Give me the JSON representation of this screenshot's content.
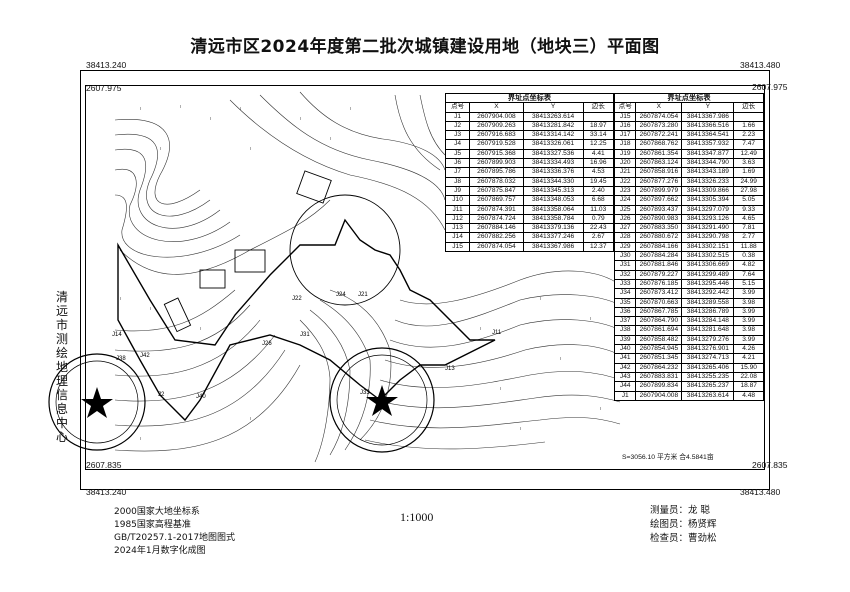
{
  "title": "清远市区2024年度第二批次城镇建设用地（地块三）平面图",
  "corners": {
    "top_left_x": "38413.240",
    "top_right_x": "38413.480",
    "top_left_y": "2607.975",
    "top_right_y": "2607.975",
    "bottom_left_y": "2607.835",
    "bottom_right_y": "2607.835",
    "bottom_left_x": "38413.240",
    "bottom_right_x": "38413.480"
  },
  "table_left": {
    "caption": "界址点坐标表",
    "headers": [
      "点号",
      "X",
      "Y",
      "边长"
    ],
    "rows": [
      [
        "J1",
        "2607904.008",
        "38413263.614",
        ""
      ],
      [
        "J2",
        "2607909.263",
        "38413281.842",
        "18.97"
      ],
      [
        "J3",
        "2607916.683",
        "38413314.142",
        "33.14"
      ],
      [
        "J4",
        "2607919.528",
        "38413326.061",
        "12.25"
      ],
      [
        "J5",
        "2607915.368",
        "38413327.536",
        "4.41"
      ],
      [
        "J6",
        "2607899.903",
        "38413334.493",
        "16.96"
      ],
      [
        "J7",
        "2607895.786",
        "38413336.376",
        "4.53"
      ],
      [
        "J8",
        "2607878.032",
        "38413344.330",
        "19.45"
      ],
      [
        "J9",
        "2607875.847",
        "38413345.313",
        "2.40"
      ],
      [
        "J10",
        "2607869.757",
        "38413348.053",
        "6.68"
      ],
      [
        "J11",
        "2607874.391",
        "38413358.064",
        "11.03"
      ],
      [
        "J12",
        "2607874.724",
        "38413358.784",
        "0.79"
      ],
      [
        "J13",
        "2607884.146",
        "38413379.136",
        "22.43"
      ],
      [
        "J14",
        "2607882.256",
        "38413377.246",
        "2.67"
      ],
      [
        "J15",
        "2607874.054",
        "38413367.986",
        "12.37"
      ]
    ]
  },
  "table_right": {
    "caption": "界址点坐标表",
    "headers": [
      "点号",
      "X",
      "Y",
      "边长"
    ],
    "rows": [
      [
        "J15",
        "2607874.054",
        "38413367.986",
        ""
      ],
      [
        "J16",
        "2607873.280",
        "38413366.516",
        "1.66"
      ],
      [
        "J17",
        "2607872.241",
        "38413364.541",
        "2.23"
      ],
      [
        "J18",
        "2607868.762",
        "38413357.932",
        "7.47"
      ],
      [
        "J19",
        "2607861.354",
        "38413347.877",
        "12.49"
      ],
      [
        "J20",
        "2607863.124",
        "38413344.790",
        "3.63"
      ],
      [
        "J21",
        "2607858.916",
        "38413343.189",
        "1.69"
      ],
      [
        "J22",
        "2607877.276",
        "38413326.233",
        "24.99"
      ],
      [
        "J23",
        "2607899.979",
        "38413309.866",
        "27.98"
      ],
      [
        "J24",
        "2607897.662",
        "38413305.394",
        "5.05"
      ],
      [
        "J25",
        "2607893.437",
        "38413297.079",
        "9.33"
      ],
      [
        "J26",
        "2607890.983",
        "38413293.126",
        "4.65"
      ],
      [
        "J27",
        "2607883.350",
        "38413291.490",
        "7.81"
      ],
      [
        "J28",
        "2607880.672",
        "38413290.798",
        "2.77"
      ],
      [
        "J29",
        "2607884.166",
        "38413302.151",
        "11.88"
      ],
      [
        "J30",
        "2607884.284",
        "38413302.515",
        "0.38"
      ],
      [
        "J31",
        "2607881.846",
        "38413306.669",
        "4.82"
      ],
      [
        "J32",
        "2607879.227",
        "38413299.489",
        "7.64"
      ],
      [
        "J33",
        "2607876.185",
        "38413295.446",
        "5.15"
      ],
      [
        "J34",
        "2607873.412",
        "38413292.442",
        "3.99"
      ],
      [
        "J35",
        "2607870.663",
        "38413289.558",
        "3.98"
      ],
      [
        "J36",
        "2607867.785",
        "38413286.789",
        "3.99"
      ],
      [
        "J37",
        "2607864.790",
        "38413284.148",
        "3.99"
      ],
      [
        "J38",
        "2607861.694",
        "38413281.648",
        "3.98"
      ],
      [
        "J39",
        "2607858.482",
        "38413279.276",
        "3.99"
      ],
      [
        "J40",
        "2607854.945",
        "38413276.901",
        "4.26"
      ],
      [
        "J41",
        "2607851.345",
        "38413274.713",
        "4.21"
      ],
      [
        "J42",
        "2607864.232",
        "38413265.406",
        "15.90"
      ],
      [
        "J43",
        "2607883.831",
        "38413255.235",
        "22.08"
      ],
      [
        "J44",
        "2607899.834",
        "38413265.237",
        "18.87"
      ],
      [
        "J1",
        "2607904.008",
        "38413263.614",
        "4.48"
      ]
    ],
    "area": "S=3056.10 平方米 合4.5841亩"
  },
  "footer": {
    "lines": [
      "2000国家大地坐标系",
      "1985国家高程基准",
      "GB/T20257.1-2017地图图式",
      "2024年1月数字化成图"
    ],
    "scale": "1:1000",
    "surveyor": "测量员：龙  聪",
    "drafter": "绘图员：杨贤辉",
    "checker": "检查员：曹劲松"
  },
  "stamp_vertical": "清远市测绘地理信息中心",
  "map_labels": [
    "J14",
    "J22",
    "J26",
    "J31",
    "J11",
    "J13",
    "J40",
    "J42",
    "J38",
    "J21",
    "J24",
    "J33",
    "J2"
  ],
  "colors": {
    "ink": "#111111",
    "seal": "#222222",
    "contour": "#333333"
  }
}
